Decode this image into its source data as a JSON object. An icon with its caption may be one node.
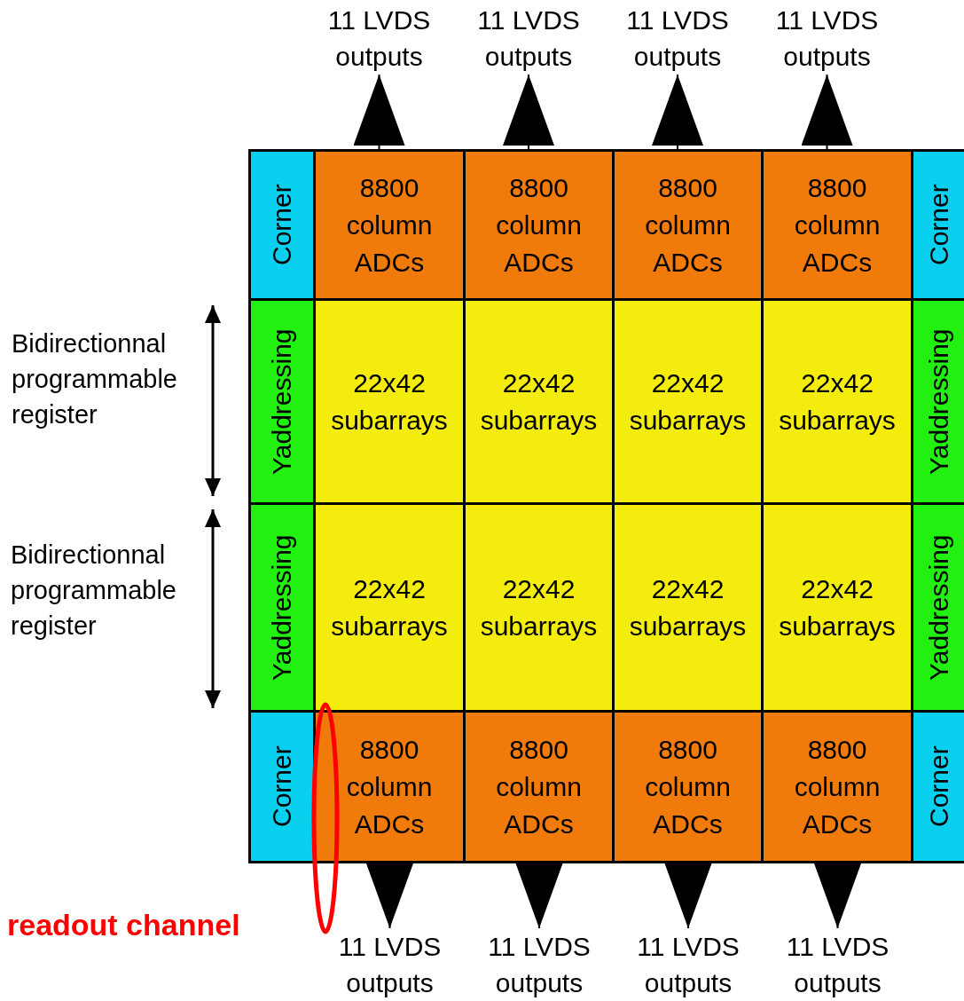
{
  "diagram": {
    "nodes": [
      {
        "text": [
          "Corner"
        ]
      },
      {
        "text": [
          "8800 column ADCs"
        ]
      },
      {
        "text": [
          "8800 column ADCs"
        ]
      },
      {
        "text": [
          "8800 column ADCs"
        ]
      },
      {
        "text": [
          "8800 column ADCs"
        ]
      },
      {
        "text": [
          "Corner"
        ]
      },
      {
        "text": [
          "Yaddressing"
        ]
      },
      {
        "text": [
          "22x42 subarrays"
        ]
      },
      {
        "text": [
          "22x42 subarrays"
        ]
      },
      {
        "text": [
          "22x42 subarrays"
        ]
      },
      {
        "text": [
          "22x42 subarrays"
        ]
      },
      {
        "text": [
          "Yaddressing"
        ]
      },
      {
        "text": [
          "Yaddressing"
        ]
      },
      {
        "text": [
          "22x42 subarrays"
        ]
      },
      {
        "text": [
          "22x42 subarrays"
        ]
      },
      {
        "text": [
          "22x42 subarrays"
        ]
      },
      {
        "text": [
          "22x42 subarrays"
        ]
      },
      {
        "text": [
          "Yaddressing"
        ]
      },
      {
        "text": [
          "Corner"
        ]
      },
      {
        "text": [
          "8800 column ADCs"
        ]
      },
      {
        "text": [
          "8800 column ADCs"
        ]
      },
      {
        "text": [
          "8800 column ADCs"
        ]
      },
      {
        "text": [
          "8800 column ADCs"
        ]
      },
      {
        "text": [
          "Corner"
        ]
      },
      {
        "text": [
          "11 LVDS outputs"
        ]
      },
      {
        "text": [
          "11 LVDS outputs"
        ]
      },
      {
        "text": [
          "11 LVDS outputs"
        ]
      },
      {
        "text": [
          "11 LVDS outputs"
        ]
      },
      {
        "text": [
          "11 LVDS outputs"
        ]
      },
      {
        "text": [
          "11 LVDS outputs"
        ]
      },
      {
        "text": [
          "11 LVDS outputs"
        ]
      },
      {
        "text": [
          "11 LVDS outputs"
        ]
      }
    ],
    "edges": [
      {
        "from": 1,
        "to": 24,
        "arrow": "to"
      },
      {
        "from": 2,
        "to": 25,
        "arrow": "to"
      },
      {
        "from": 3,
        "to": 26,
        "arrow": "to"
      },
      {
        "from": 4,
        "to": 27,
        "arrow": "to"
      },
      {
        "from": 19,
        "to": 28,
        "arrow": "to"
      },
      {
        "from": 20,
        "to": 29,
        "arrow": "to"
      },
      {
        "from": 21,
        "to": 30,
        "arrow": "to"
      },
      {
        "from": 22,
        "to": 31,
        "arrow": "to"
      }
    ],
    "labels": [
      "Bidirectionnal programmable register",
      "Bidirectionnal programmable register",
      "readout channel"
    ]
  }
}
